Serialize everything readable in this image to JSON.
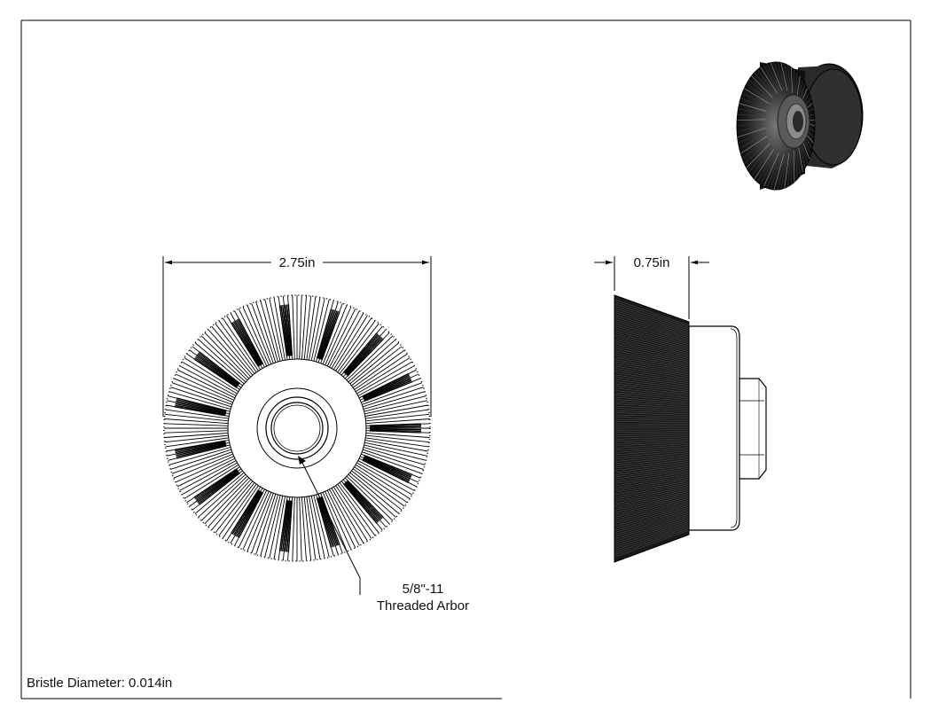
{
  "drawing": {
    "front_view": {
      "dimension_label": "2.75in",
      "callout": {
        "line1": "5/8\"-11",
        "line2": "Threaded Arbor"
      }
    },
    "side_view": {
      "dimension_label": "0.75in"
    },
    "notes": {
      "bristle_diameter": "Bristle Diameter: 0.014in"
    },
    "colors": {
      "line": "#000000",
      "bristle_fill": "#1a1a1a",
      "paper": "#ffffff"
    },
    "icons": {
      "iso_view": "cup-brush-isometric-render"
    }
  }
}
